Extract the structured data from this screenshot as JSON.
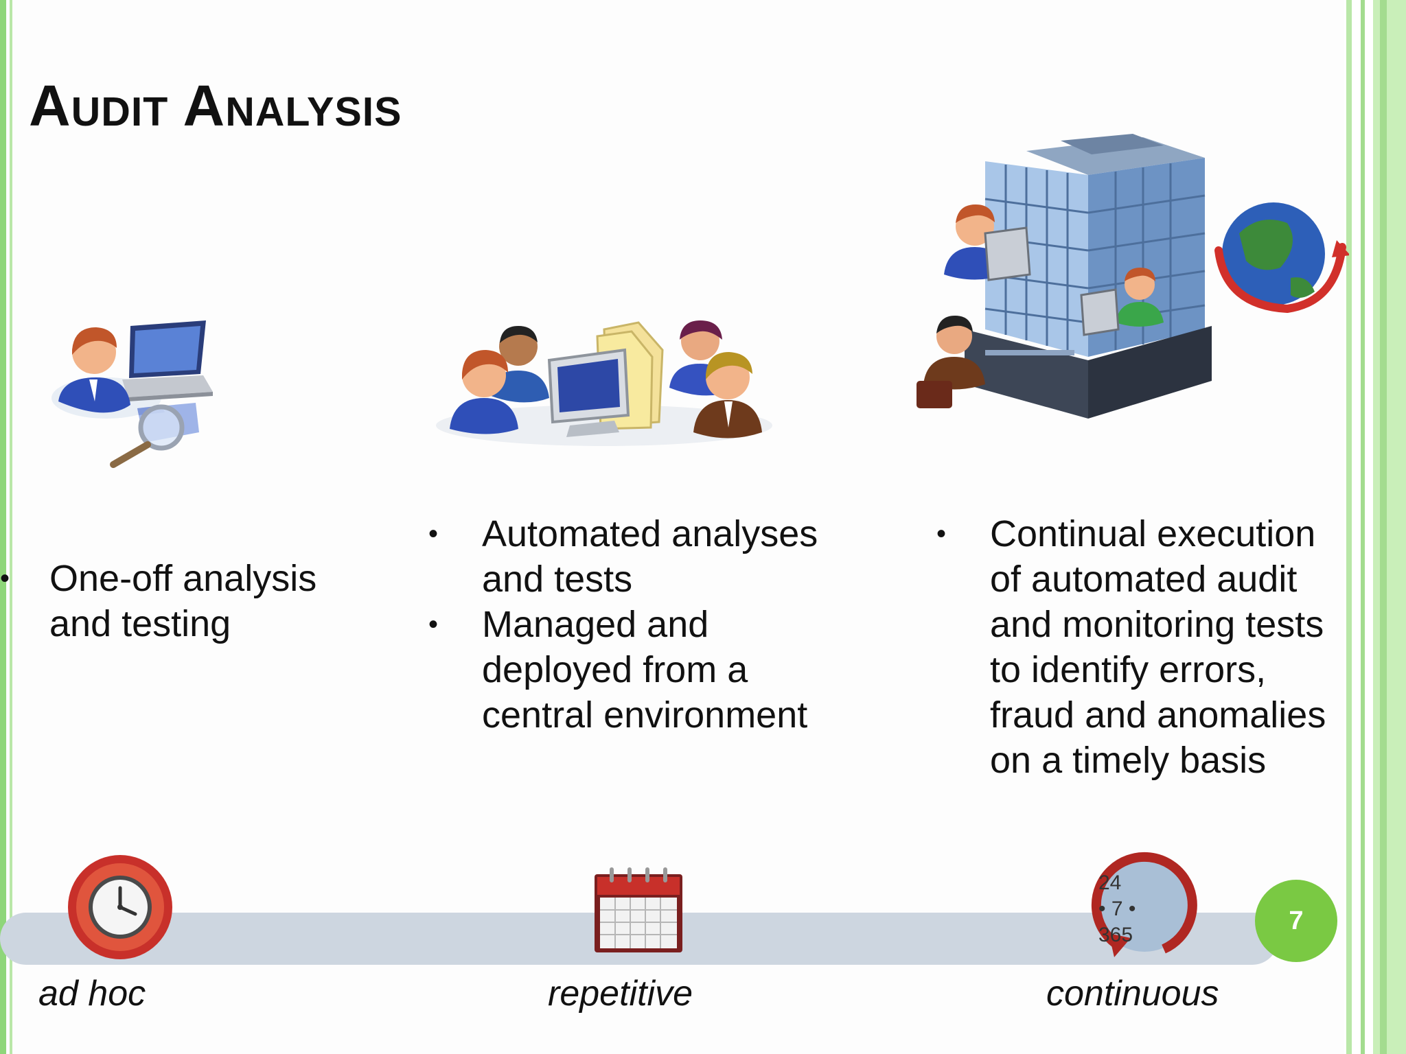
{
  "slide": {
    "title": "Audit Analysis",
    "page_number": "7"
  },
  "columns": [
    {
      "bullets": [
        "One-off analysis and testing"
      ]
    },
    {
      "bullets": [
        "Automated analyses and tests",
        "Managed and deployed from a central environment"
      ]
    },
    {
      "bullets": [
        "Continual execution of automated audit and monitoring tests to identify errors, fraud and anomalies on a timely basis"
      ]
    }
  ],
  "bullet_symbol": "•",
  "timeline": {
    "labels": [
      "ad hoc",
      "repetitive",
      "continuous"
    ],
    "continuous_icon": {
      "line1": "24",
      "line2": "• 7 •",
      "line3": "365"
    }
  },
  "icons": {
    "col1": "analyst-with-laptop-and-magnifier-icon",
    "col2": "team-with-computer-and-documents-icon",
    "col3": "office-building-with-globe-icon",
    "timeline_adhoc": "clock-icon",
    "timeline_repetitive": "calendar-icon",
    "timeline_continuous": "circular-arrow-icon"
  },
  "colors": {
    "accent_green": "#7ac943",
    "timeline_bar": "#cdd6e0",
    "red_icon": "#c8302a"
  }
}
